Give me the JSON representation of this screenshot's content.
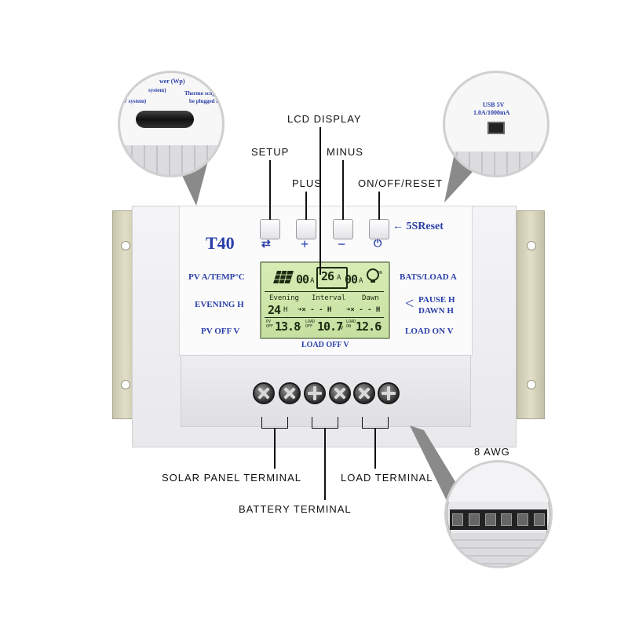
{
  "callouts": {
    "lcd_display": "LCD  DISPLAY",
    "setup": "SETUP",
    "plus": "PLUS",
    "minus": "MINUS",
    "onoff": "ON/OFF/RESET",
    "solar": "SOLAR  PANEL  TERMINAL",
    "battery": "BATTERY  TERMINAL",
    "load": "LOAD  TERMINAL",
    "awg": "8  AWG"
  },
  "device": {
    "model": "T40",
    "reset_hint": "← 5SReset",
    "button_symbols": {
      "setup": "⇄",
      "plus": "+",
      "minus": "−",
      "power": "⏻"
    },
    "left_labels": [
      "PV A/TEMP°C",
      "EVENING H",
      "PV OFF V"
    ],
    "right_labels": [
      "BATS/LOAD A",
      "PAUSE H",
      "DAWN H",
      "LOAD ON V"
    ],
    "bottom_label": "LOAD OFF V"
  },
  "lcd": {
    "top_left_value": "00",
    "top_left_unit": "A",
    "top_center_value": "26",
    "top_center_unit": "A",
    "top_right_value": "00",
    "top_right_unit": "A",
    "row_labels": [
      "Evening",
      "Interval",
      "Dawn"
    ],
    "evening_value": "24",
    "evening_unit": "H",
    "interval_text": "➜× - - H",
    "dawn_text": "➜× - - H",
    "pv_off_label": "PV\nOFF",
    "pv_off_value": "13.8",
    "load_off_label": "LOAD\nOFF",
    "load_off_value": "10.7",
    "load_on_label": "LOAD\nON",
    "load_on_value": "12.6",
    "volt_unit": "V"
  },
  "insets": {
    "top_left_text": [
      "wer (Wp)",
      "system)",
      "Thermo scope a",
      "V system)",
      "be plugged in"
    ],
    "top_right_text": [
      "USB 5V",
      "1.0A/1000mA"
    ]
  }
}
